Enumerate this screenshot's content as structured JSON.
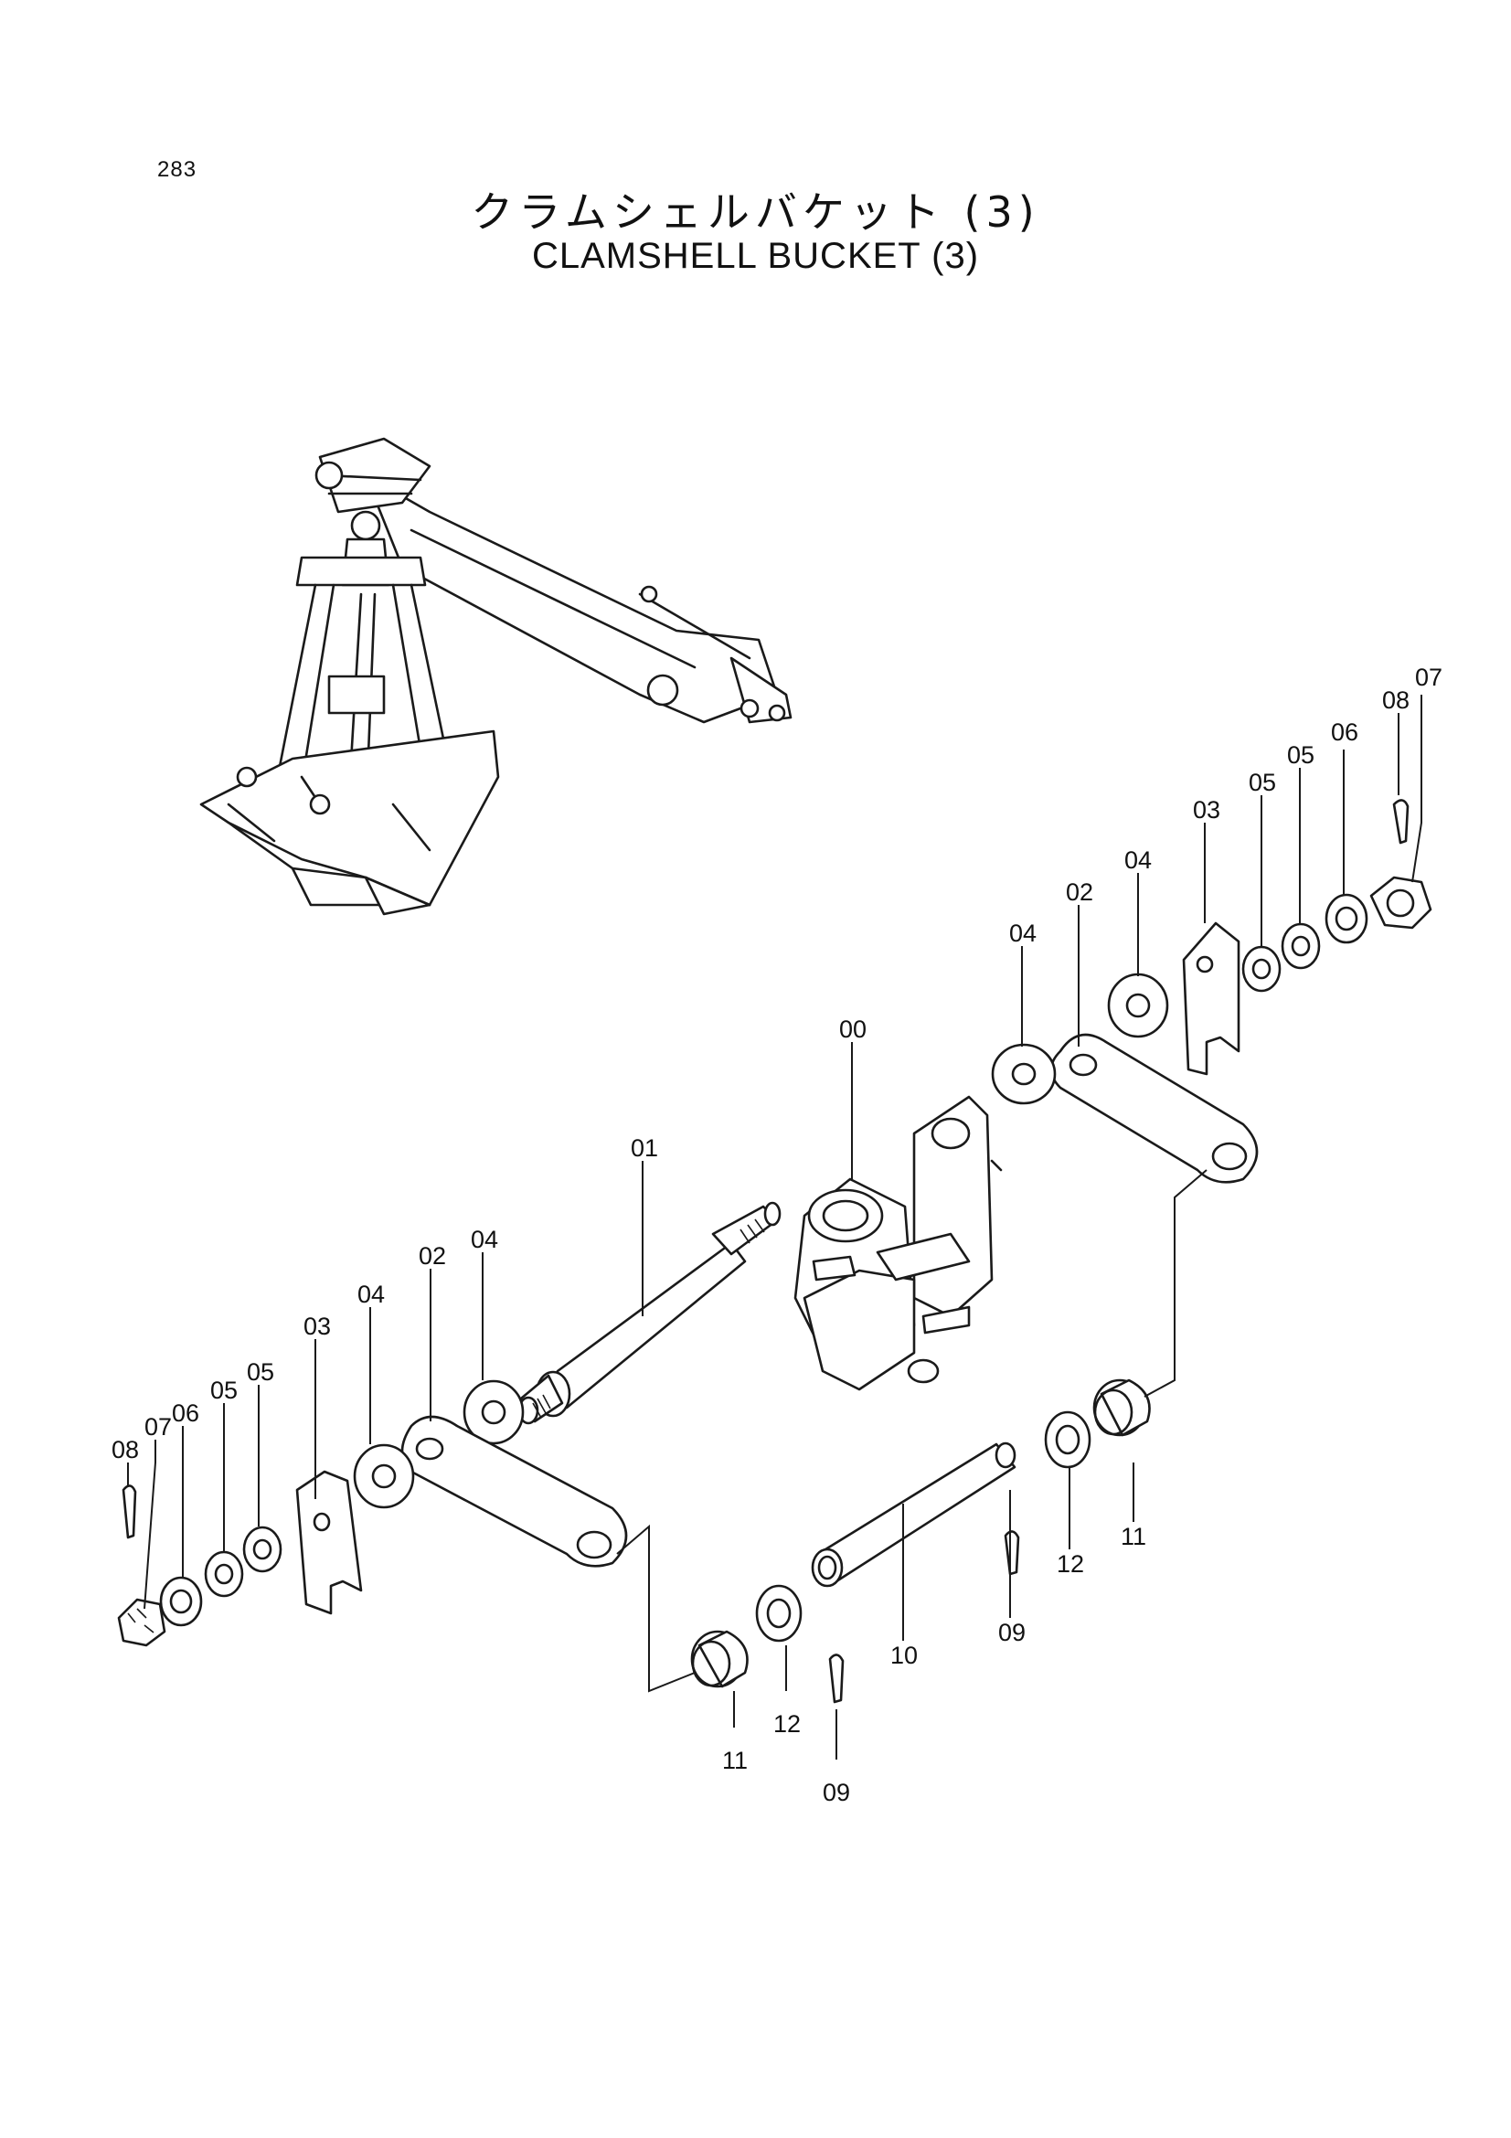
{
  "page_number": "283",
  "title_jp": "クラムシェルバケット (3)",
  "title_en": "CLAMSHELL BUCKET  (3)",
  "callouts": {
    "c00": "00",
    "c01": "01",
    "r02": "02",
    "r03": "03",
    "r04a": "04",
    "r04b": "04",
    "r05a": "05",
    "r05b": "05",
    "r06": "06",
    "r07": "07",
    "r08": "08",
    "r09": "09",
    "r10": "10",
    "r11": "11",
    "r12": "12",
    "l02": "02",
    "l03": "03",
    "l04a": "04",
    "l04b": "04",
    "l05a": "05",
    "l05b": "05",
    "l06": "06",
    "l07": "07",
    "l08": "08",
    "l09": "09",
    "l11": "11",
    "l12": "12"
  }
}
